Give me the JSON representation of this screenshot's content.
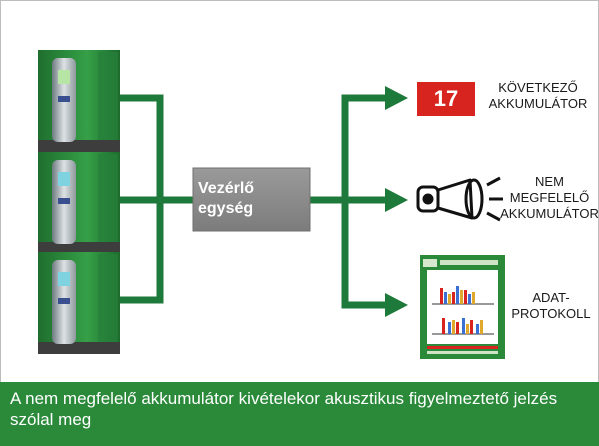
{
  "control_unit": {
    "line1": "Vezérlő",
    "line2": "egység"
  },
  "outputs": [
    {
      "badge": "17",
      "line1": "KÖVETKEZŐ",
      "line2": "AKKUMULÁTOR"
    },
    {
      "line1": "NEM",
      "line2": "MEGFELELŐ",
      "line3": "AKKUMULÁTOR"
    },
    {
      "line1": "ADAT-",
      "line2": "PROTOKOLL"
    }
  ],
  "caption": "A nem megfelelő akkumulátor kivételekor akusztikus figyelmeztető jelzés szólal meg",
  "icons": [
    "charger-icon",
    "counter-badge-icon",
    "horn-icon",
    "data-report-icon"
  ],
  "colors": {
    "green_line": "#1e7a3a",
    "caption_bg": "#2a8a3a",
    "control_box": "#8c8c8c",
    "badge_red": "#d8241f",
    "charger_green": "#2f8f3c"
  }
}
